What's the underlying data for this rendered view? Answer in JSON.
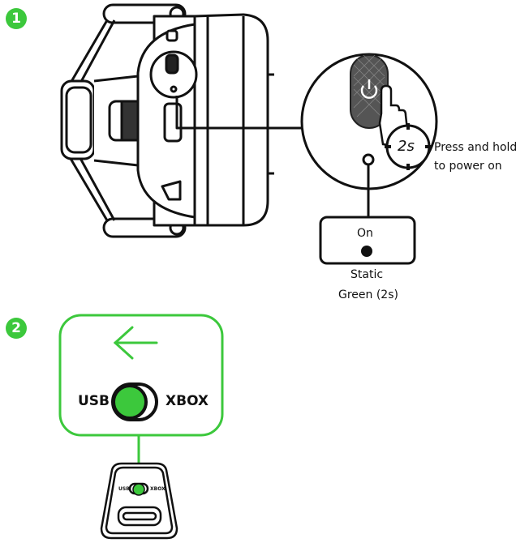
{
  "steps": [
    {
      "number": "1",
      "instruction_line1": "Press and hold",
      "instruction_line2": "to power on",
      "hold_duration": "2s",
      "indicator": {
        "state_label": "On",
        "description_line1": "Static",
        "description_line2": "Green (2s)"
      }
    },
    {
      "number": "2",
      "toggle": {
        "left_label": "USB",
        "right_label": "XBOX",
        "selected": "USB"
      },
      "dongle": {
        "left_label": "USB",
        "right_label": "XBOX"
      }
    }
  ],
  "colors": {
    "accent_green": "#3cc83c",
    "line": "#111111"
  }
}
